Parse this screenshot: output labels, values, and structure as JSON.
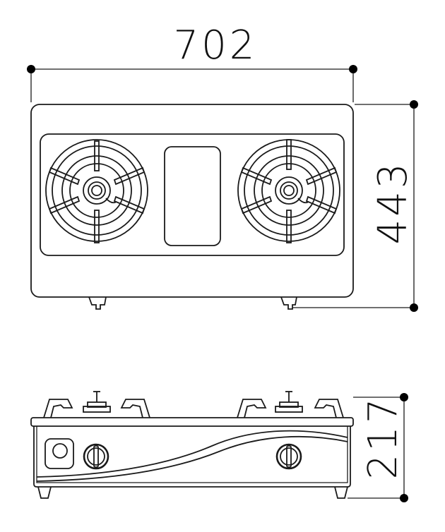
{
  "dimensions": {
    "width": "702",
    "depth": "443",
    "height": "217"
  },
  "views": [
    "top-view",
    "front-view"
  ],
  "colors": {
    "line": "#1a1a1a",
    "background": "#ffffff"
  }
}
